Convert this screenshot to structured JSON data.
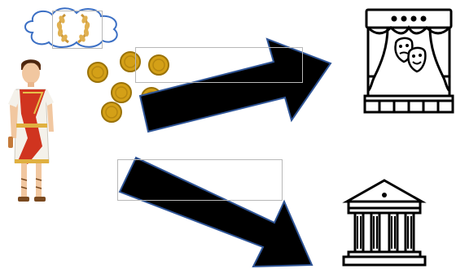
{
  "scene": {
    "items": [
      {
        "name": "thought-cloud-laurel"
      },
      {
        "name": "roman-senator"
      },
      {
        "name": "gold-coins"
      },
      {
        "name": "arrow-up-right"
      },
      {
        "name": "arrow-down-right"
      },
      {
        "name": "theatre-stage"
      },
      {
        "name": "classical-temple"
      }
    ],
    "colors": {
      "arrow": "#000000",
      "arrow_outline": "#2f5597",
      "coin": "#d4a017",
      "coin_dark": "#9a7208",
      "toga_red": "#d0341f",
      "cloud_outline": "#3b6fc4"
    }
  }
}
